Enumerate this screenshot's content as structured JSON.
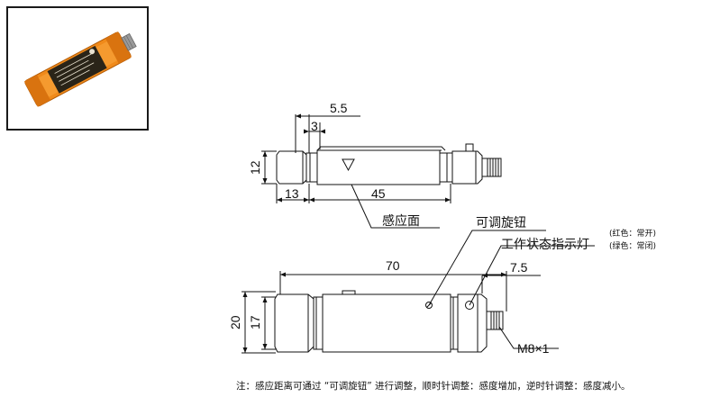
{
  "dimensions": {
    "top_total": "5.5",
    "top_gap": "3",
    "height": "12",
    "left_len": "13",
    "body_len": "45",
    "length": "70",
    "right_len": "7.5",
    "height_outer": "20",
    "height_inner": "17",
    "thread": "M8×1"
  },
  "labels": {
    "sensing_face": "感应面",
    "adjust_knob": "可调旋钮",
    "status_led": "工作状态指示灯",
    "led_red": "(红色：常开)",
    "led_green": "(绿色：常闭)"
  },
  "note": "注：感应距离可通过 “可调旋钮” 进行调整，顺时针调整：感度增加，逆时针调整：感度减小。",
  "colors": {
    "sensor_orange": "#f08a1a",
    "line": "#111111"
  }
}
